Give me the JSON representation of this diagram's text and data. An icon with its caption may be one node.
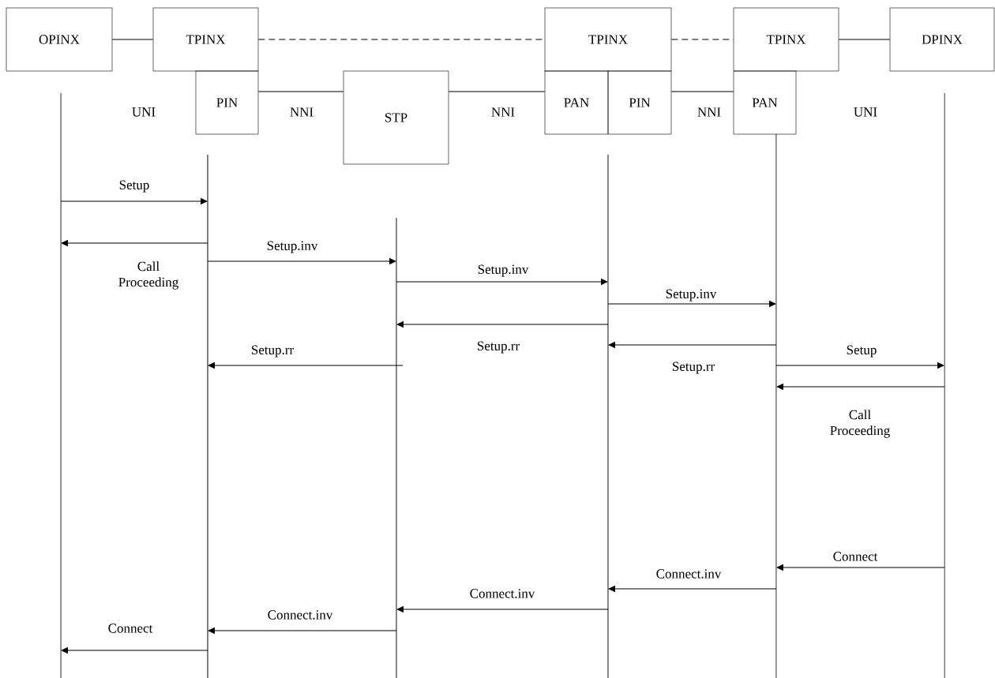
{
  "diagram": {
    "nodes": [
      {
        "text": [
          "OPINX"
        ]
      },
      {
        "text": [
          "TPINX"
        ]
      },
      {
        "text": [
          "PIN"
        ]
      },
      {
        "text": [
          "STP"
        ]
      },
      {
        "text": [
          "TPINX"
        ]
      },
      {
        "text": [
          "PAN"
        ]
      },
      {
        "text": [
          "PIN"
        ]
      },
      {
        "text": [
          "TPINX"
        ]
      },
      {
        "text": [
          "PAN"
        ]
      },
      {
        "text": [
          "DPINX"
        ]
      }
    ],
    "edges": [
      {
        "from": 0,
        "to": 1,
        "arrow": "none"
      },
      {
        "from": 1,
        "to": 4,
        "arrow": "none",
        "style": "dashed"
      },
      {
        "from": 4,
        "to": 7,
        "arrow": "none",
        "style": "dashed"
      },
      {
        "from": 7,
        "to": 9,
        "arrow": "none"
      },
      {
        "from": 2,
        "to": 3,
        "arrow": "none"
      },
      {
        "from": 3,
        "to": 5,
        "arrow": "none"
      },
      {
        "from": 6,
        "to": 8,
        "arrow": "none"
      }
    ],
    "labels": [
      "UNI",
      "NNI",
      "NNI",
      "NNI",
      "UNI",
      "Setup",
      "Call Proceeding",
      "Setup.inv",
      "Setup.inv",
      "Setup.inv",
      "Setup.rr",
      "Setup.rr",
      "Setup.rr",
      "Setup",
      "Call Proceeding",
      "Connect",
      "Connect.inv",
      "Connect.inv",
      "Connect.inv",
      "Connect"
    ]
  }
}
